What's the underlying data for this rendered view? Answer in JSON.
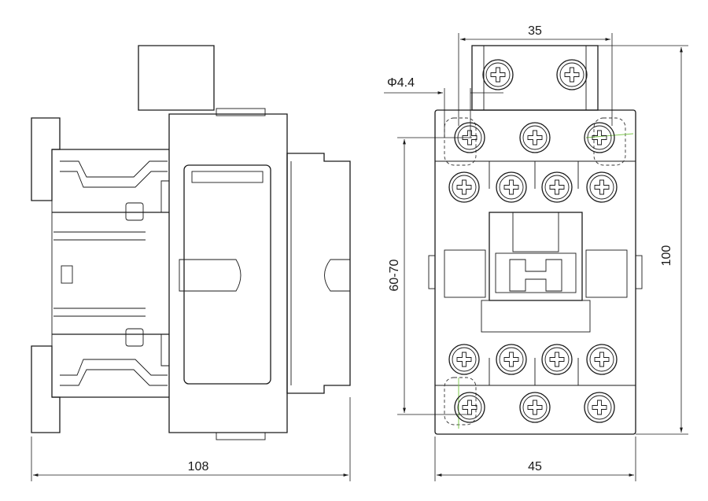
{
  "dimensions": {
    "top_width": "35",
    "hole_dia": "Φ4.4",
    "mount_spacing": "60-70",
    "height": "100",
    "side_width": "108",
    "front_width": "45"
  },
  "colors": {
    "line": "#1a1a1a",
    "accent": "#7cc94a"
  }
}
